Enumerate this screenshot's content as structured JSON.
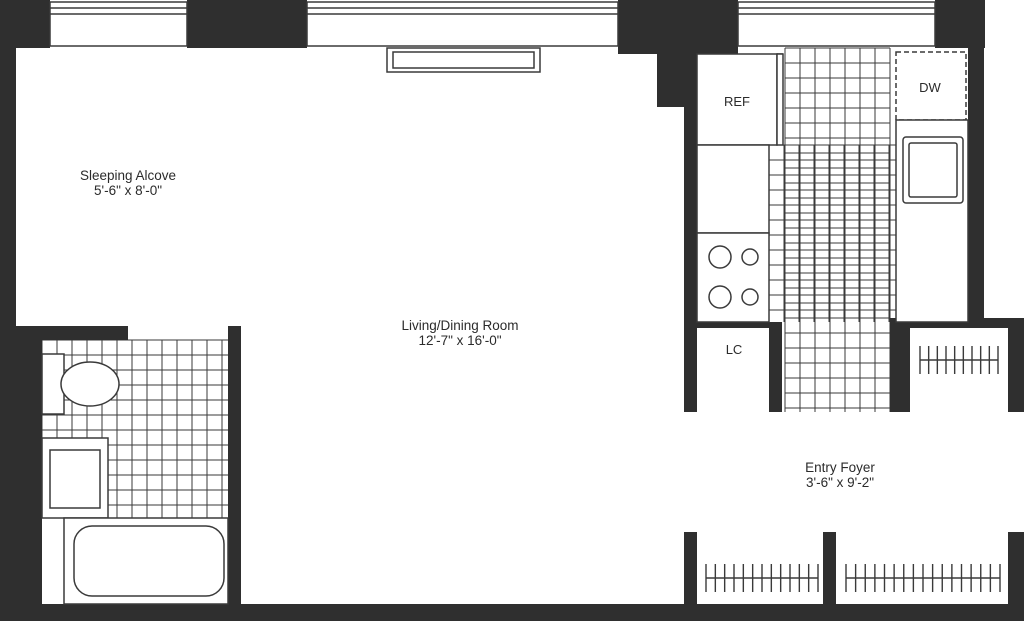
{
  "rooms": {
    "sleeping_alcove": {
      "name": "Sleeping Alcove",
      "dims": "5'-6\" x 8'-0\""
    },
    "living_dining": {
      "name": "Living/Dining Room",
      "dims": "12'-7\" x 16'-0\""
    },
    "entry_foyer": {
      "name": "Entry Foyer",
      "dims": "3'-6\" x 9'-2\""
    }
  },
  "fixtures": {
    "refrigerator": "REF",
    "dishwasher": "DW",
    "linen_closet": "LC"
  },
  "colors": {
    "wall": "#2f2f2f",
    "line": "#3a3a3a",
    "background": "#ffffff"
  }
}
